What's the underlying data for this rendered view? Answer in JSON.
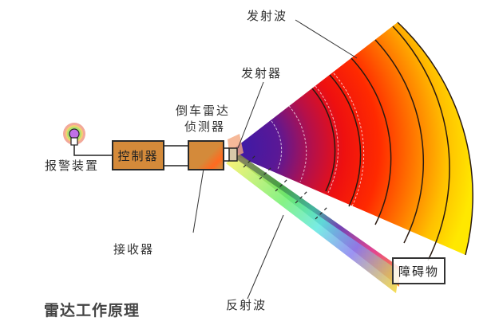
{
  "title": "雷达工作原理",
  "labels": {
    "transmitted_wave": "发射波",
    "transmitter": "发射器",
    "sensor_line1": "倒车雷达",
    "sensor_line2": "侦测器",
    "alarm": "报警装置",
    "controller": "控制器",
    "receiver": "接收器",
    "reflected_wave": "反射波",
    "obstacle": "障碍物"
  },
  "icons": {
    "alarm": "alarm-lamp-icon"
  },
  "colors": {
    "box_fill": "#d48a3a",
    "box_border": "#2a2a2a",
    "wave_inner": "#4b1fa0",
    "wave_mid": "#ff1a00",
    "wave_outer": "#ffe600",
    "text": "#333333"
  }
}
